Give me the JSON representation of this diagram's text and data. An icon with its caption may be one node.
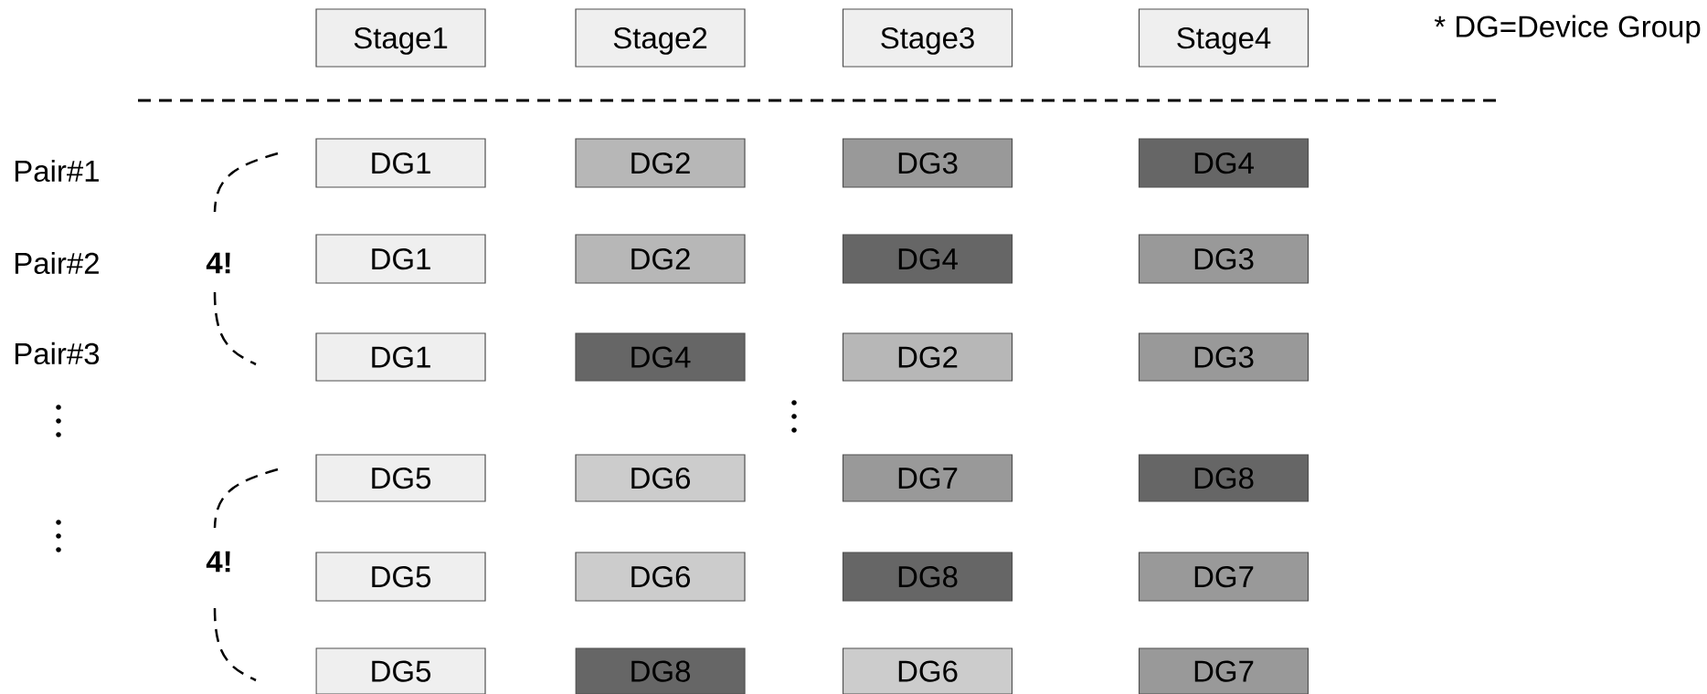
{
  "diagram": {
    "nodes": [
      {
        "text": [
          "Stage1"
        ]
      },
      {
        "text": [
          "Stage2"
        ]
      },
      {
        "text": [
          "Stage3"
        ]
      },
      {
        "text": [
          "Stage4"
        ]
      },
      {
        "text": [
          "DG1"
        ]
      },
      {
        "text": [
          "DG2"
        ]
      },
      {
        "text": [
          "DG3"
        ]
      },
      {
        "text": [
          "DG4"
        ]
      },
      {
        "text": [
          "DG1"
        ]
      },
      {
        "text": [
          "DG2"
        ]
      },
      {
        "text": [
          "DG4"
        ]
      },
      {
        "text": [
          "DG3"
        ]
      },
      {
        "text": [
          "DG1"
        ]
      },
      {
        "text": [
          "DG4"
        ]
      },
      {
        "text": [
          "DG2"
        ]
      },
      {
        "text": [
          "DG3"
        ]
      },
      {
        "text": [
          "DG5"
        ]
      },
      {
        "text": [
          "DG6"
        ]
      },
      {
        "text": [
          "DG7"
        ]
      },
      {
        "text": [
          "DG8"
        ]
      },
      {
        "text": [
          "DG5"
        ]
      },
      {
        "text": [
          "DG6"
        ]
      },
      {
        "text": [
          "DG8"
        ]
      },
      {
        "text": [
          "DG7"
        ]
      },
      {
        "text": [
          "DG5"
        ]
      },
      {
        "text": [
          "DG8"
        ]
      },
      {
        "text": [
          "DG6"
        ]
      },
      {
        "text": [
          "DG7"
        ]
      }
    ],
    "labels": [
      "* DG=Device Group",
      "Pair#1",
      "Pair#2",
      "Pair#3",
      "4!",
      "4!"
    ]
  }
}
